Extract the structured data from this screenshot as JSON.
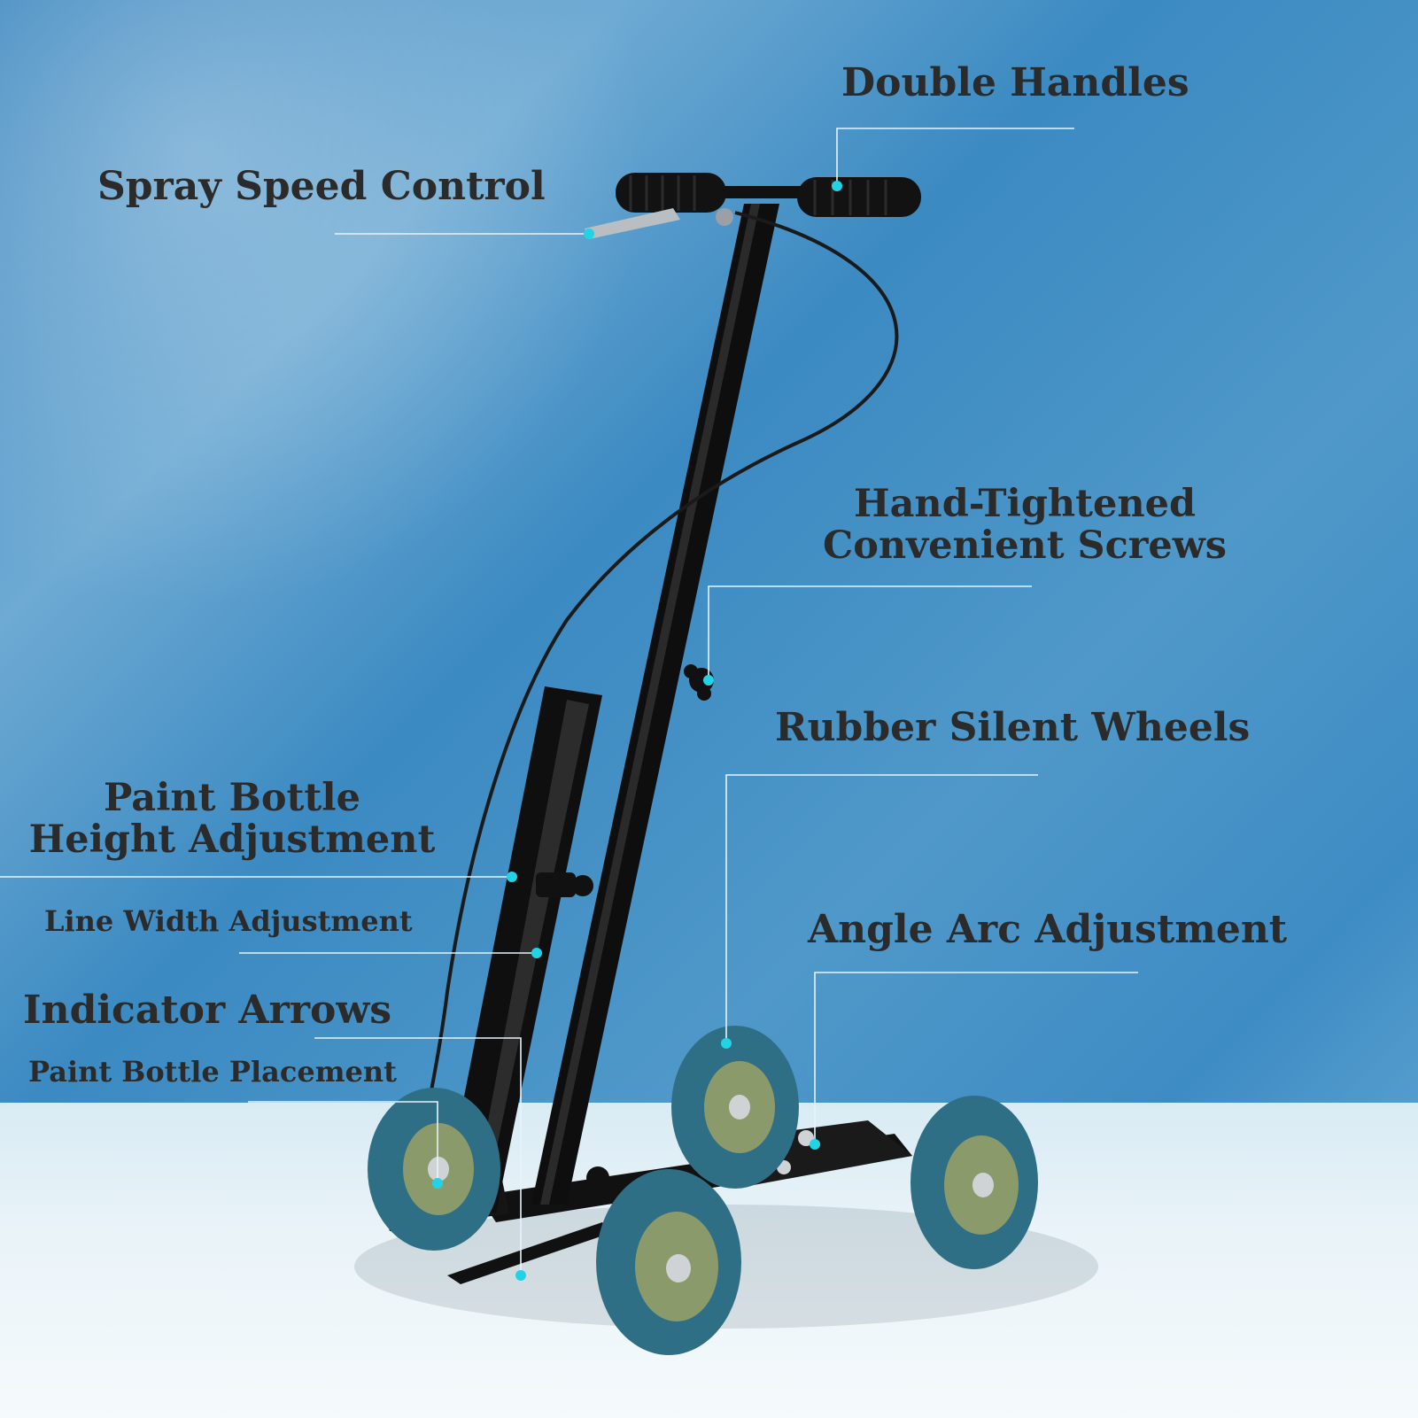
{
  "labels": {
    "double_handles": "Double Handles",
    "spray_speed_control": "Spray Speed Control",
    "hand_tightened_line1": "Hand-Tightened",
    "hand_tightened_line2": "Convenient Screws",
    "rubber_silent_wheels": "Rubber Silent Wheels",
    "paint_bottle_line1": "Paint Bottle",
    "paint_bottle_line2": "Height Adjustment",
    "line_width_adjustment": "Line Width Adjustment",
    "angle_arc_adjustment": "Angle Arc Adjustment",
    "indicator_arrows": "Indicator Arrows",
    "paint_bottle_placement": "Paint Bottle Placement"
  },
  "colors": {
    "background_blue": "#3b8ac2",
    "floor": "#e9f3f8",
    "label_text": "#2b2b2b",
    "leader_line": "#e6f4fb",
    "leader_dot": "#22d3e6",
    "frame": "#111111",
    "wheel_tire": "#2f6f86",
    "wheel_hub": "#8b9a6a"
  }
}
